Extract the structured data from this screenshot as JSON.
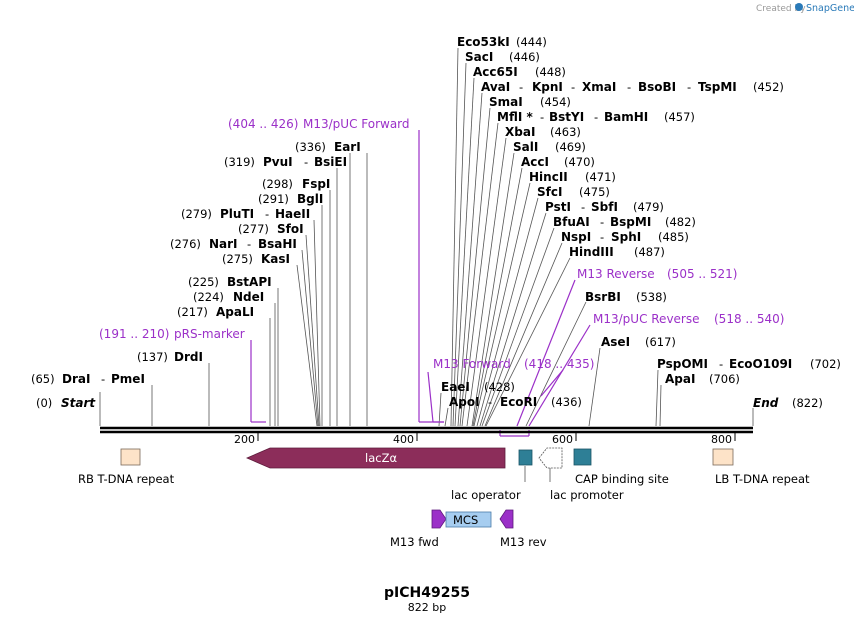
{
  "credit": "Created by",
  "credit_brand": "SnapGene",
  "title": "pICH49255",
  "subtitle": "822 bp",
  "ticks": [
    "200",
    "400",
    "600",
    "800"
  ],
  "ends": {
    "start_label": "Start",
    "start_pos": "(0)",
    "end_label": "End",
    "end_pos": "(822)"
  },
  "sites": {
    "drai_pos": "(65)",
    "drai": "DraI",
    "drai_sep": "-",
    "pmei": "PmeI",
    "drdi_pos": "(137)",
    "drdi": "DrdI",
    "prs_range": "(191 .. 210)",
    "prs": "pRS-marker",
    "apali_pos": "(217)",
    "apali": "ApaLI",
    "ndei_pos": "(224)",
    "ndei": "NdeI",
    "bstapi_pos": "(225)",
    "bstapi": "BstAPI",
    "kasi_pos": "(275)",
    "kasi": "KasI",
    "nari_pos": "(276)",
    "nari": "NarI",
    "nari_sep": "-",
    "bsahi": "BsaHI",
    "sfoi_pos": "(277)",
    "sfoi": "SfoI",
    "plutI_pos": "(279)",
    "plutI": "PluTI",
    "plutI_sep": "-",
    "haeii": "HaeII",
    "bgli_pos": "(291)",
    "bgli": "BglI",
    "fspi_pos": "(298)",
    "fspi": "FspI",
    "pvui_pos": "(319)",
    "pvui": "PvuI",
    "pvui_sep": "-",
    "bsiei": "BsiEI",
    "eari_pos": "(336)",
    "eari": "EarI",
    "m13puc_fwd_range": "(404 .. 426)",
    "m13puc_fwd": "M13/pUC Forward",
    "eco53ki": "Eco53kI",
    "eco53ki_pos": "(444)",
    "saci": "SacI",
    "saci_pos": "(446)",
    "acc65i": "Acc65I",
    "acc65i_pos": "(448)",
    "avai": "AvaI",
    "avai_sep1": "-",
    "kpni": "KpnI",
    "avai_sep2": "-",
    "xmai": "XmaI",
    "avai_sep3": "-",
    "bsobi": "BsoBI",
    "avai_sep4": "-",
    "tspmi": "TspMI",
    "avai_pos": "(452)",
    "smai": "SmaI",
    "smai_pos": "(454)",
    "mfli": "MflI *",
    "mfli_sep1": "-",
    "bstyi": "BstYI",
    "mfli_sep2": "-",
    "bamhi": "BamHI",
    "mfli_pos": "(457)",
    "xbai": "XbaI",
    "xbai_pos": "(463)",
    "sali": "SalI",
    "sali_pos": "(469)",
    "acci": "AccI",
    "acci_pos": "(470)",
    "hincii": "HincII",
    "hincii_pos": "(471)",
    "sfci": "SfcI",
    "sfci_pos": "(475)",
    "psti": "PstI",
    "psti_sep": "-",
    "sbfi": "SbfI",
    "psti_pos": "(479)",
    "bfuai": "BfuAI",
    "bfuai_sep": "-",
    "bspmi": "BspMI",
    "bfuai_pos": "(482)",
    "nspi": "NspI",
    "nspi_sep": "-",
    "sphi": "SphI",
    "nspi_pos": "(485)",
    "hindiii": "HindIII",
    "hindiii_pos": "(487)",
    "m13rev": "M13 Reverse",
    "m13rev_range": "(505 .. 521)",
    "bsrbi": "BsrBI",
    "bsrbi_pos": "(538)",
    "m13puc_rev": "M13/pUC Reverse",
    "m13puc_rev_range": "(518 .. 540)",
    "asei": "AseI",
    "asei_pos": "(617)",
    "m13fwd": "M13 Forward",
    "m13fwd_range": "(418 .. 435)",
    "eaei": "EaeI",
    "eaei_pos": "(428)",
    "apoi": "ApoI",
    "apoi_sep": "-",
    "ecori": "EcoRI",
    "apoi_pos": "(436)",
    "pspomi": "PspOMI",
    "pspomi_sep": "-",
    "ecoo109i": "EcoO109I",
    "pspomi_pos": "(702)",
    "apai": "ApaI",
    "apai_pos": "(706)"
  },
  "features": {
    "rb": "RB T-DNA repeat",
    "lacz": "lacZα",
    "lac_operator": "lac operator",
    "lac_promoter": "lac promoter",
    "cap": "CAP binding site",
    "lb": "LB T-DNA repeat",
    "mcs": "MCS",
    "m13_fwd": "M13 fwd",
    "m13_rev": "M13 rev"
  },
  "colors": {
    "primer": "#9b30c8",
    "lacz": "#8c2d5a",
    "feature_teal": "#2e7f96",
    "repeat_fill": "#fde3c8",
    "mcs_fill": "#a6cdf0"
  }
}
